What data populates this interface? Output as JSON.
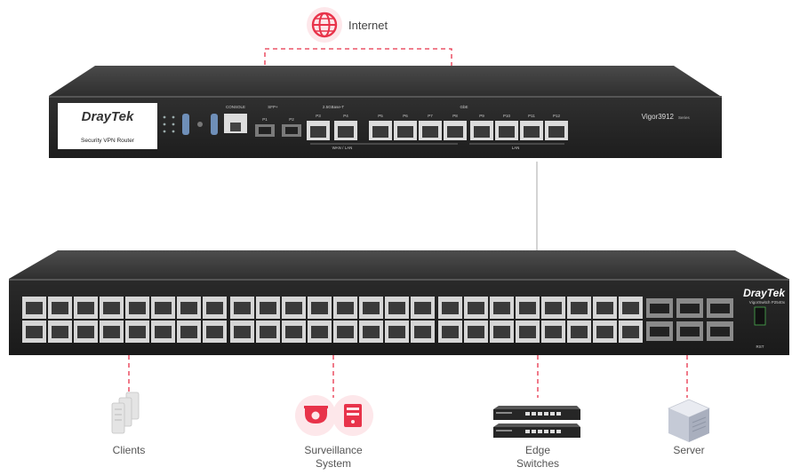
{
  "internet": {
    "label": "Internet",
    "icon": "globe-icon"
  },
  "router": {
    "brand": "DrayTek",
    "subtitle": "Security VPN Router",
    "model": "Vigor3912",
    "series": "Series",
    "group_console": "CONSOLE",
    "group_sfp": "SFP+",
    "group_25g": "2.5GBase-T",
    "group_gbe": "GbE",
    "group_wan_lan": "WAN / LAN",
    "group_lan": "LAN",
    "ports": [
      "P1",
      "P2",
      "P3",
      "P4",
      "P5",
      "P6",
      "P7",
      "P8",
      "P9",
      "P10",
      "P11",
      "P12"
    ]
  },
  "switch": {
    "brand": "DrayTek",
    "model": "VigorSwitch P2540x",
    "rst": "RST"
  },
  "endpoints": [
    {
      "label": "Clients",
      "icon": "access-point-icon"
    },
    {
      "label": "Surveillance\nSystem",
      "icon": "camera-nvr-icon"
    },
    {
      "label": "Edge\nSwitches",
      "icon": "switch-stack-icon"
    },
    {
      "label": "Server",
      "icon": "server-icon"
    }
  ],
  "colors": {
    "accent": "#e8334a",
    "device": "#2b2b2b",
    "label": "#555555"
  }
}
